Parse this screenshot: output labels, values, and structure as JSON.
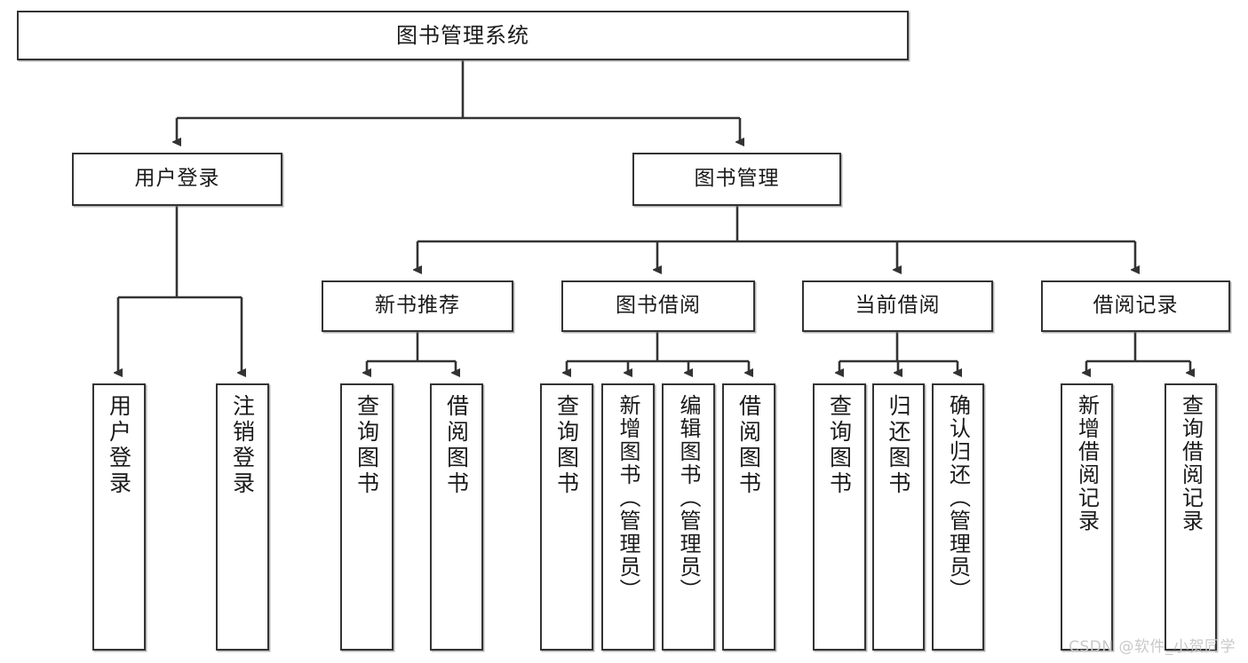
{
  "diagram": {
    "title": "图书管理系统",
    "type": "hierarchy-tree",
    "root": {
      "label": "图书管理系统"
    },
    "level2": [
      {
        "id": "user-login",
        "label": "用户登录"
      },
      {
        "id": "book-manage",
        "label": "图书管理"
      }
    ],
    "level3": [
      {
        "id": "new-book-recommend",
        "label": "新书推荐"
      },
      {
        "id": "book-borrow",
        "label": "图书借阅"
      },
      {
        "id": "current-borrow",
        "label": "当前借阅"
      },
      {
        "id": "borrow-record",
        "label": "借阅记录"
      }
    ],
    "leaves": {
      "user_login": [
        {
          "id": "leaf-user-login",
          "label": "用户登录"
        },
        {
          "id": "leaf-logout-login",
          "label": "注销登录"
        }
      ],
      "new_book_recommend": [
        {
          "id": "leaf-query-book-1",
          "label": "查询图书"
        },
        {
          "id": "leaf-borrow-book-1",
          "label": "借阅图书"
        }
      ],
      "book_borrow": [
        {
          "id": "leaf-query-book-2",
          "label": "查询图书"
        },
        {
          "id": "leaf-add-book",
          "label": "新增图书（管理员）"
        },
        {
          "id": "leaf-edit-book",
          "label": "编辑图书（管理员）"
        },
        {
          "id": "leaf-borrow-book-2",
          "label": "借阅图书"
        }
      ],
      "current_borrow": [
        {
          "id": "leaf-query-book-3",
          "label": "查询图书"
        },
        {
          "id": "leaf-return-book",
          "label": "归还图书"
        },
        {
          "id": "leaf-confirm-return",
          "label": "确认归还（管理员）"
        }
      ],
      "borrow_record": [
        {
          "id": "leaf-add-record",
          "label": "新增借阅记录"
        },
        {
          "id": "leaf-query-record",
          "label": "查询借阅记录"
        }
      ]
    },
    "watermark": "CSDN @软件_小贺同学",
    "colors": {
      "stroke": "#333333",
      "fill": "#ffffff",
      "text": "#1a1a1a",
      "watermark": "#c9c9c9"
    }
  }
}
